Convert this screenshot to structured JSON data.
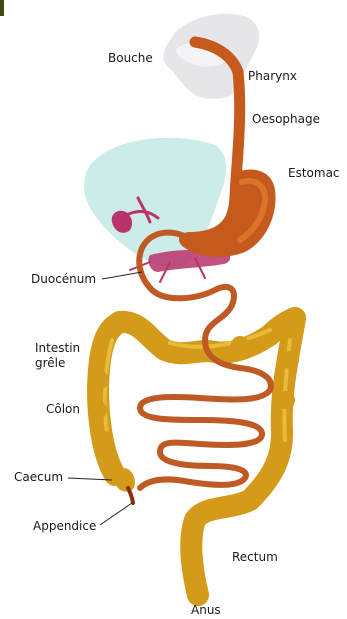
{
  "labels": {
    "bouche": "Bouche",
    "pharynx": "Pharynx",
    "oesophage": "Oesophage",
    "estomac": "Estomac",
    "duodenum": "Duocénum",
    "intestin_grele": "Intestin\ngrêle",
    "colon": "Côlon",
    "caecum": "Caecum",
    "appendice": "Appendice",
    "rectum": "Rectum",
    "anus": "Anus"
  },
  "colors": {
    "background": "#ffffff",
    "head_silhouette": "#e6e6ea",
    "liver": "#c8ebe8",
    "esophagus_stomach": "#c65a1c",
    "stomach_highlight": "#e07a30",
    "small_intestine": "#c05a24",
    "large_intestine": "#d49a1a",
    "large_intestine_highlight": "#e8bb3a",
    "gallbladder_pancreas": "#b8336a",
    "appendix": "#8a3010",
    "corner_mark": "#3a4a12",
    "label_text": "#1a1a1a",
    "leader_line": "#222222"
  }
}
